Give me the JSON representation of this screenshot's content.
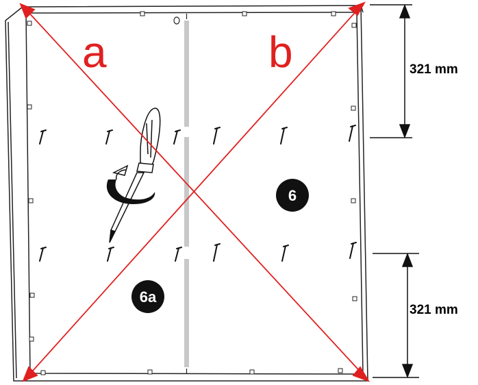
{
  "diagram": {
    "diagonal_a_label": "a",
    "diagonal_b_label": "b",
    "dimension_top": "321 mm",
    "dimension_bottom": "321 mm",
    "step_badge_main": "6",
    "step_badge_sub": "6a"
  },
  "colors": {
    "diagonal": "#e02020",
    "outline": "#222222",
    "badge": "#111111",
    "seam": "#c8c8c8"
  },
  "icons": [
    "screwdriver-icon",
    "rotation-arrow-icon",
    "screw-icon",
    "clip-icon"
  ]
}
